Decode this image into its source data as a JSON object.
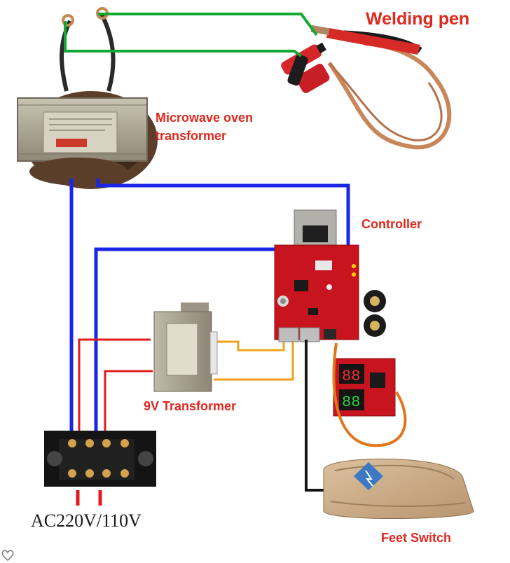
{
  "labels": {
    "welding_pen": "Welding pen",
    "microwave_line1": "Microwave oven",
    "microwave_line2": "transformer",
    "controller": "Controller",
    "transformer_9v": "9V Transformer",
    "feet_switch": "Feet Switch",
    "ac_input": "AC220V/110V"
  },
  "colors": {
    "label_red": "#e0281e",
    "label_dark": "#1a1a1a",
    "wire_blue": "#1a25e8",
    "wire_green": "#13a832",
    "wire_red": "#e11b1b",
    "wire_orange": "#f0a21c",
    "wire_black": "#151515",
    "board_red": "#c7141f",
    "pedal_beige": "#cfb08c",
    "copper": "#c9865a",
    "transformer_metal": "#a7a08f"
  },
  "icons": [
    "heart-icon"
  ]
}
